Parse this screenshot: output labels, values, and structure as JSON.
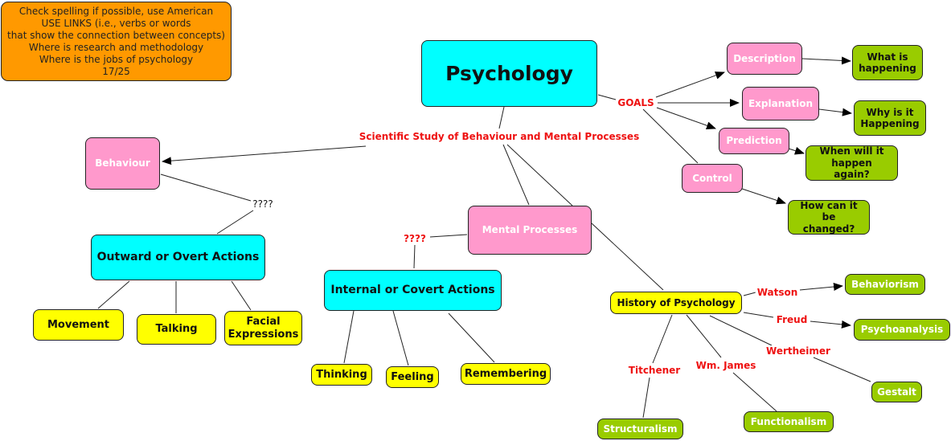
{
  "note": {
    "lines": [
      "Check spelling if possible, use American",
      "USE LINKS (i.e., verbs or words",
      "that show the connection between concepts)",
      "Where is research and methodology",
      "Where is the jobs of psychology",
      "17/25"
    ]
  },
  "colors": {
    "main_concept": "#00ffff",
    "sub_concept": "#ff99cc",
    "outcome": "#99cc00",
    "example": "#ffff00",
    "note": "#ff9900",
    "link_text": "#ee1111"
  },
  "nodes": {
    "psychology": "Psychology",
    "behaviour": "Behaviour",
    "mental_processes": "Mental Processes",
    "outward_actions": "Outward or Overt Actions",
    "internal_actions": "Internal or Covert Actions",
    "movement": "Movement",
    "talking": "Talking",
    "facial_expressions": "Facial Expressions",
    "thinking": "Thinking",
    "feeling": "Feeling",
    "remembering": "Remembering",
    "description": "Description",
    "explanation": "Explanation",
    "prediction": "Prediction",
    "control": "Control",
    "what_is_happening": "What is happening",
    "why_is_it_happening": "Why is it Happening",
    "when_will_it_happen": "When will it happen again?",
    "how_can_it_be_changed": "How can it be changed?",
    "history": "History of Psychology",
    "behaviorism": "Behaviorism",
    "psychoanalysis": "Psychoanalysis",
    "gestalt": "Gestalt",
    "functionalism": "Functionalism",
    "structuralism": "Structuralism"
  },
  "links": {
    "scientific_study": "Scientific Study of Behaviour and Mental Processes",
    "goals": "GOALS",
    "behaviour_unknown": "????",
    "mental_unknown": "????",
    "watson": "Watson",
    "freud": "Freud",
    "wertheimer": "Wertheimer",
    "wm_james": "Wm. James",
    "titchener": "Titchener"
  }
}
